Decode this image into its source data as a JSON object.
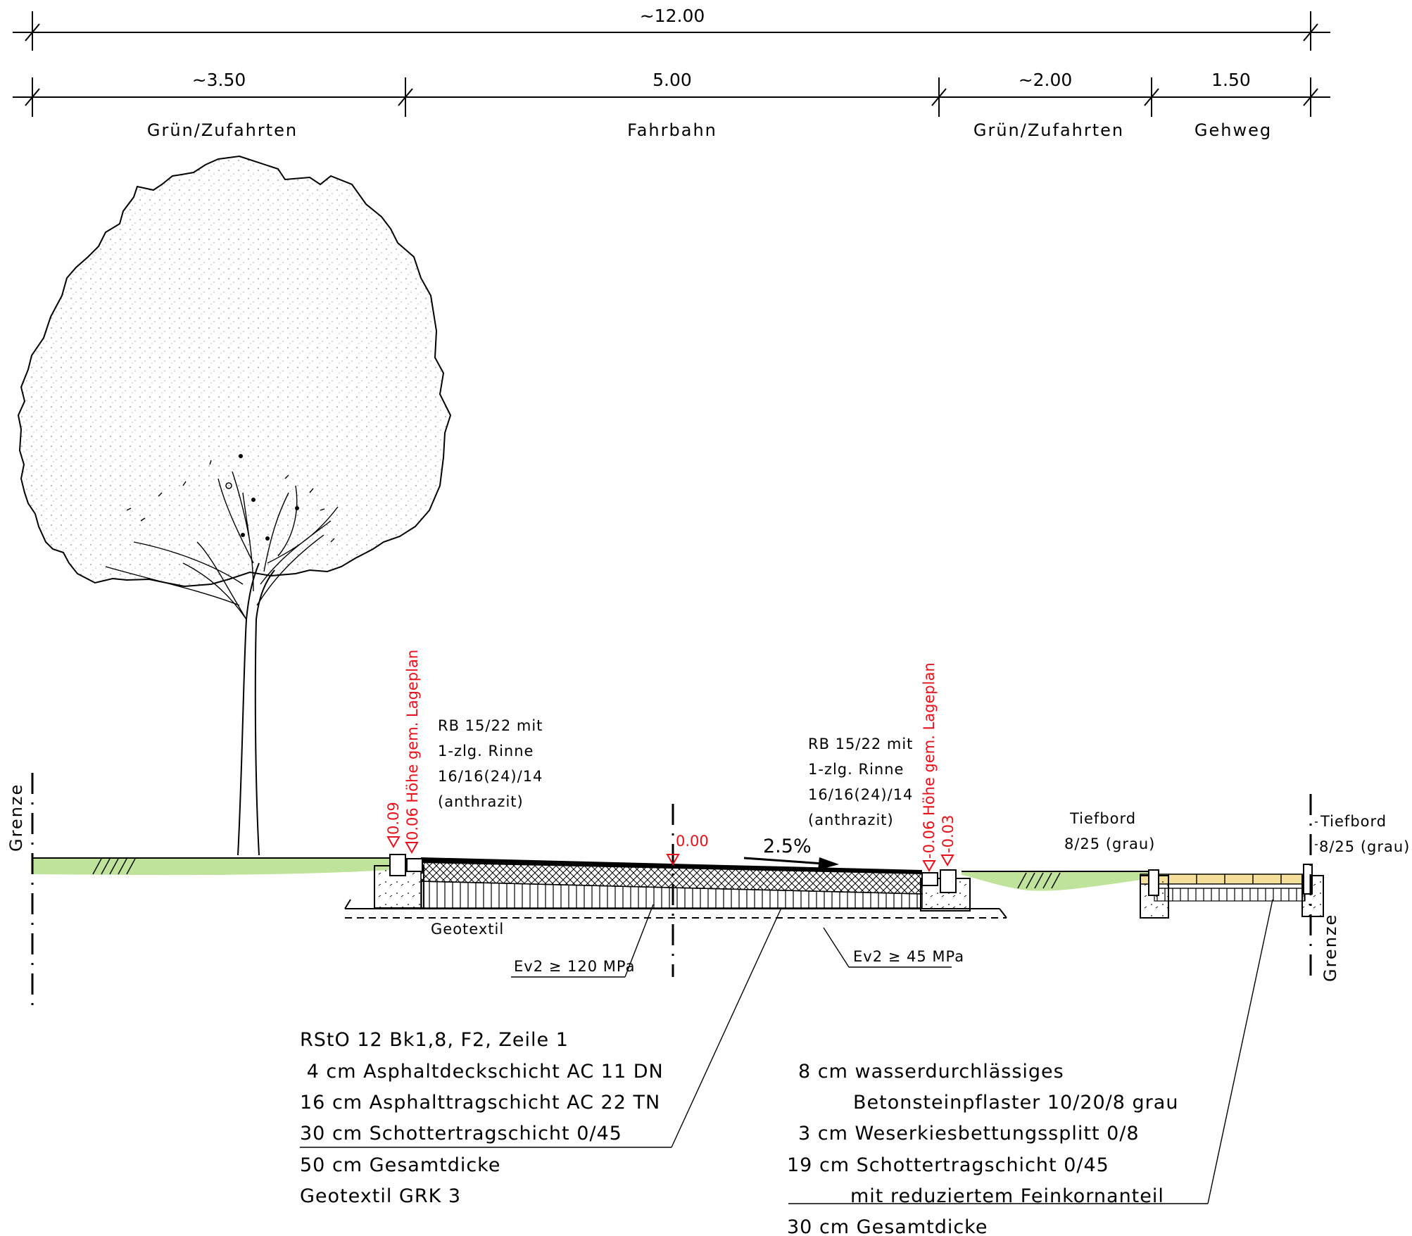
{
  "dimensions": {
    "total": "~12.00",
    "segments": [
      {
        "width": "~3.50",
        "name": "Grün/Zufahrten"
      },
      {
        "width": "5.00",
        "name": "Fahrbahn"
      },
      {
        "width": "~2.00",
        "name": "Grün/Zufahrten"
      },
      {
        "width": "1.50",
        "name": "Gehweg"
      }
    ]
  },
  "boundary_label": "Grenze",
  "curb_left": [
    "RB 15/22 mit",
    "1-zlg. Rinne",
    "16/16(24)/14",
    "(anthrazit)"
  ],
  "curb_right": [
    "RB 15/22 mit",
    "1-zlg. Rinne",
    "16/16(24)/14",
    "(anthrazit)"
  ],
  "tiefbord_left": [
    "Tiefbord",
    "8/25 (grau)"
  ],
  "tiefbord_right": [
    "Tiefbord",
    "8/25 (grau)"
  ],
  "elevations": {
    "left_top": "0.09",
    "left_side": "0.06 Höhe gem. Lageplan",
    "center": "0.00",
    "right_side": "-0.06 Höhe gem. Lageplan",
    "right_top": "-0.03"
  },
  "slope": "2.5%",
  "geotextil_label": "Geotextil",
  "ev2_road": "Ev2 ≥ 120 MPa",
  "ev2_base": "Ev2 ≥ 45 MPa",
  "road_spec": [
    "RStO 12 Bk1,8, F2, Zeile 1",
    " 4 cm Asphaltdeckschicht AC 11 DN",
    "16 cm Asphalttragschicht AC 22 TN",
    "30 cm Schottertragschicht 0/45",
    "50 cm Gesamtdicke",
    "Geotextil GRK 3"
  ],
  "walk_spec": [
    "8 cm wasserdurchlässiges",
    "Betonsteinpflaster 10/20/8 grau",
    "3 cm Weserkiesbettungssplitt 0/8",
    "19 cm Schottertragschicht 0/45",
    "mit reduziertem Feinkornanteil",
    "30 cm Gesamtdicke"
  ],
  "colors": {
    "grass": "#bfe39a",
    "paving": "#f3df9a",
    "elevation_text": "#e8101a",
    "line": "#000000"
  }
}
